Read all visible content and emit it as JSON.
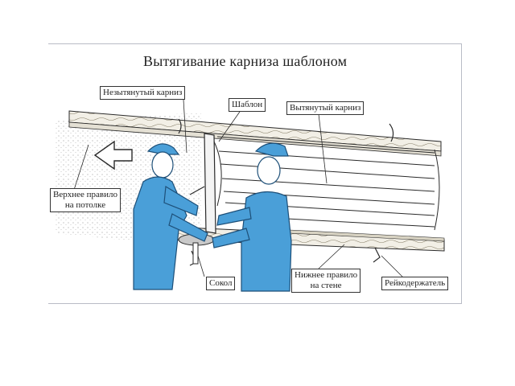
{
  "title": "Вытягивание карниза шаблоном",
  "labels": {
    "unpulled_cornice": "Незытянутый карниз",
    "template": "Шаблон",
    "pulled_cornice": "Вытянутый карниз",
    "upper_rule_line1": "Верхнее правило",
    "upper_rule_line2": "на потолке",
    "falcon": "Сокол",
    "lower_rule_line1": "Нижнее правило",
    "lower_rule_line2": "на стене",
    "rail_holder": "Рейкодержатель"
  },
  "colors": {
    "worker_fill": "#4a9fd8",
    "worker_outline": "#1d4f78",
    "line": "#2a2a2a",
    "plaster": "#c9c9c9"
  },
  "icons": [
    "arrow-left-icon"
  ]
}
